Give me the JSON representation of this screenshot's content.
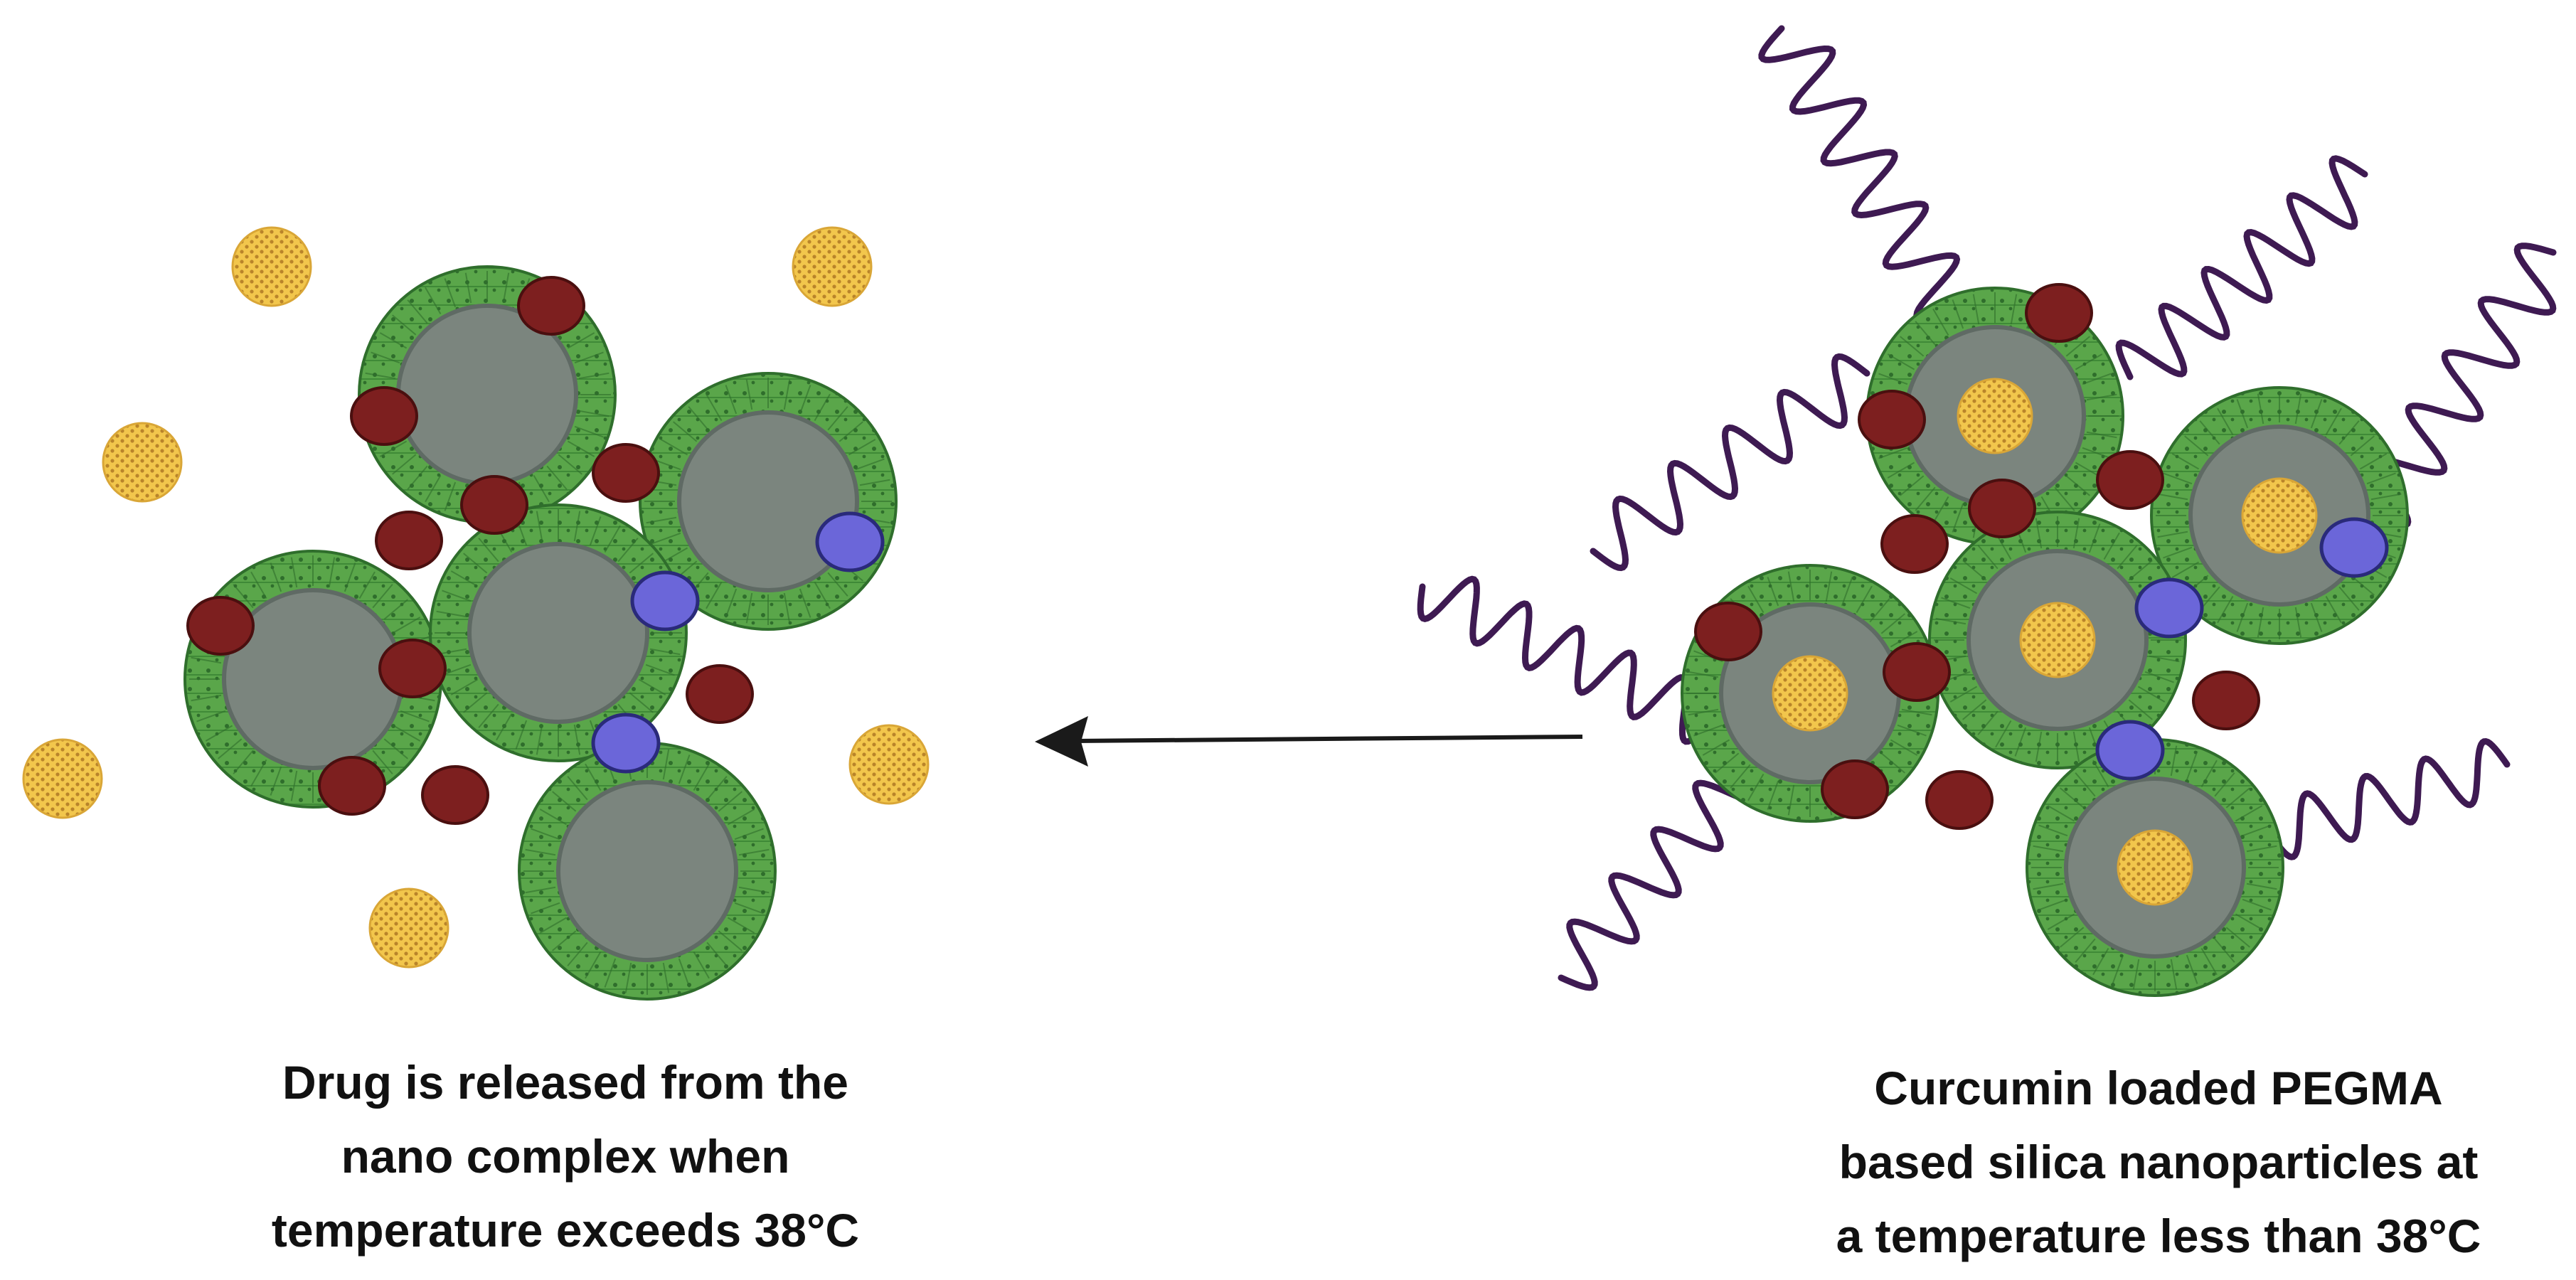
{
  "diagram": {
    "captions": {
      "left": [
        "Drug is released from the",
        "nano complex when",
        "temperature exceeds 38°C"
      ],
      "right": [
        "Curcumin loaded PEGMA",
        "based silica nanoparticles at",
        "a temperature less than 38°C"
      ]
    },
    "colors": {
      "shell": "#5aa64a",
      "shell_dark": "#2f6e2c",
      "core": "#7b857e",
      "core_edge": "#5f6a64",
      "drug_red": "#7d1f1f",
      "linker_blue": "#6b66d9",
      "curcumin": "#f2c64c",
      "curcumin_dots": "#b9842a",
      "polymer": "#3e1a52",
      "arrow": "#1a1a1a"
    },
    "icons": {
      "particle": "silica-nanoparticle-icon",
      "drug": "curcumin-sphere-icon",
      "polymer": "pegma-polymer-chain-icon",
      "linker": "linker-molecule-icon",
      "crosslink": "crosslinker-molecule-icon",
      "arrow": "arrow-left-icon"
    }
  }
}
